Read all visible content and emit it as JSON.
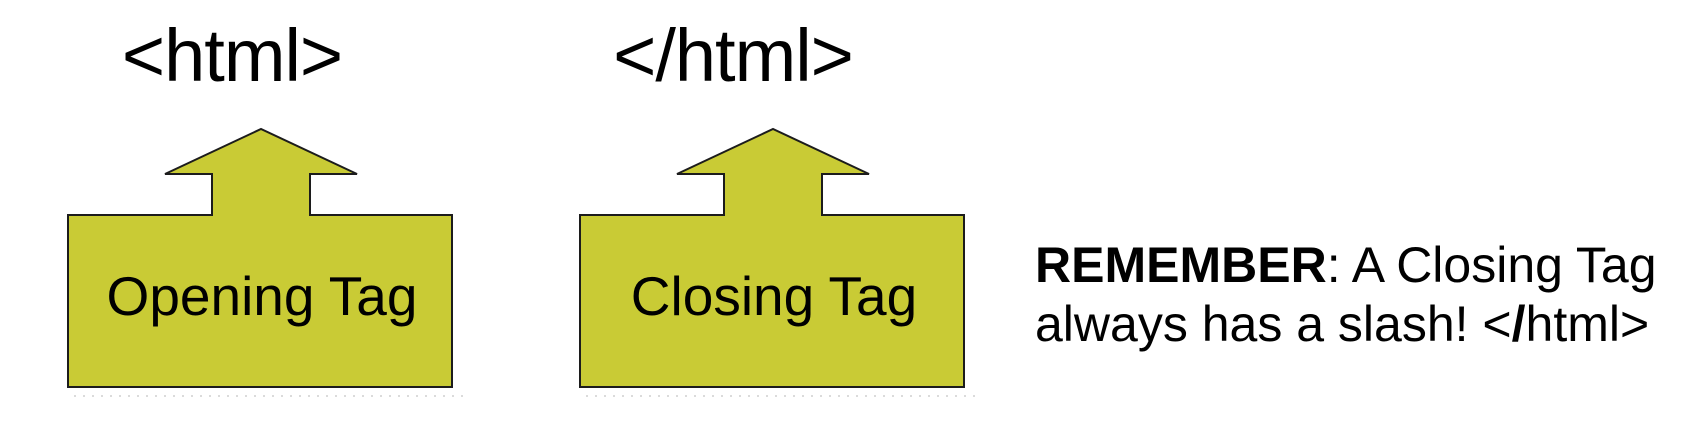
{
  "colors": {
    "shape_fill": "#c9cb35",
    "shape_stroke": "#1c1c1c",
    "text_color": "#000000",
    "shadow_color": "#bdbdbd",
    "background": "#ffffff"
  },
  "tags": {
    "opening": {
      "code": "<html>",
      "label": "Opening Tag"
    },
    "closing": {
      "code": "</html>",
      "label": "Closing Tag"
    }
  },
  "reminder": {
    "bold_label": "REMEMBER",
    "line1_rest": ": A Closing Tag",
    "line2_pre": "always has a slash! <",
    "line2_slash": "/",
    "line2_post": "html>"
  }
}
